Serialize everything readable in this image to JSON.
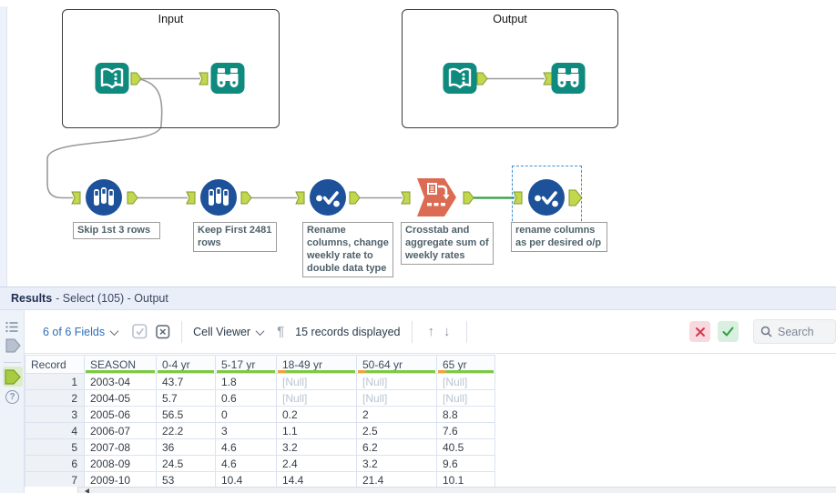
{
  "canvas": {
    "containers": [
      {
        "label": "Input"
      },
      {
        "label": "Output"
      }
    ],
    "tools": [
      {
        "name": "input-data",
        "container": "Input"
      },
      {
        "name": "browse",
        "container": "Input"
      },
      {
        "name": "input-data",
        "container": "Output"
      },
      {
        "name": "browse",
        "container": "Output"
      },
      {
        "name": "sample"
      },
      {
        "name": "sample"
      },
      {
        "name": "select"
      },
      {
        "name": "crosstab"
      },
      {
        "name": "select",
        "selected": true
      }
    ],
    "annotations": [
      "Skip 1st 3 rows",
      "Keep First 2481 rows",
      "Rename columns, change weekly rate to double data type",
      "Crosstab and aggregate sum of weekly rates",
      "rename columns as per desired o/p"
    ]
  },
  "results": {
    "header": {
      "title": "Results",
      "context": "- Select (105) - Output"
    },
    "toolbar": {
      "fields": "6 of 6 Fields",
      "cell_viewer": "Cell Viewer",
      "records": "15 records displayed",
      "search_placeholder": "Search"
    },
    "icons": {
      "paragraph": "¶",
      "sort_up": "↑",
      "sort_down": "↓"
    },
    "table": {
      "columns": [
        "Record",
        "SEASON",
        "0-4 yr",
        "5-17 yr",
        "18-49 yr",
        "50-64 yr",
        "65 yr"
      ],
      "rows": [
        [
          "1",
          "2003-04",
          "43.7",
          "1.8",
          "[Null]",
          "[Null]",
          "[Null]"
        ],
        [
          "2",
          "2004-05",
          "5.7",
          "0.6",
          "[Null]",
          "[Null]",
          "[Null]"
        ],
        [
          "3",
          "2005-06",
          "56.5",
          "0",
          "0.2",
          "2",
          "8.8"
        ],
        [
          "4",
          "2006-07",
          "22.2",
          "3",
          "1.1",
          "2.5",
          "7.6"
        ],
        [
          "5",
          "2007-08",
          "36",
          "4.6",
          "3.2",
          "6.2",
          "40.5"
        ],
        [
          "6",
          "2008-09",
          "24.5",
          "4.6",
          "2.4",
          "3.2",
          "9.6"
        ],
        [
          "7",
          "2009-10",
          "53",
          "10.4",
          "14.4",
          "21.4",
          "10.1"
        ]
      ]
    }
  },
  "colors": {
    "teal": "#0e8a7e",
    "tool_blue": "#1d5199",
    "crosstab_orange": "#db6b52",
    "anchor_green": "#c3d74e",
    "selected_wire": "#2f9e44",
    "header_green": "#7ec845",
    "header_orange": "#f0a13c",
    "selection_blue": "#3f8fd4"
  }
}
